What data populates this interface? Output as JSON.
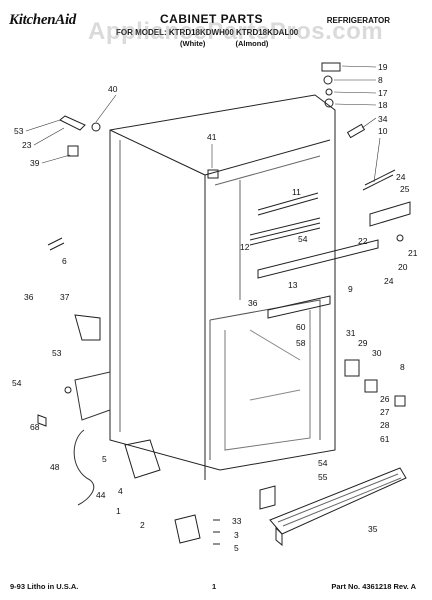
{
  "header": {
    "brand": "KitchenAid",
    "title": "CABINET PARTS",
    "category": "REFRIGERATOR",
    "models": "FOR MODEL: KTRD18KDWH00  KTRD18KDAL00",
    "variants": [
      "(White)",
      "(Almond)"
    ]
  },
  "watermark": "AppliancePartsPros.com",
  "callouts": [
    "19",
    "8",
    "17",
    "18",
    "34",
    "10",
    "40",
    "53",
    "23",
    "39",
    "41",
    "11",
    "12",
    "54",
    "24",
    "25",
    "22",
    "20",
    "21",
    "24",
    "6",
    "36",
    "37",
    "13",
    "9",
    "53",
    "60",
    "58",
    "36",
    "31",
    "29",
    "30",
    "8",
    "54",
    "68",
    "48",
    "5",
    "4",
    "44",
    "1",
    "26",
    "27",
    "28",
    "61",
    "54",
    "55",
    "2",
    "33",
    "3",
    "5",
    "35"
  ],
  "footer": {
    "left": "9-93  Litho in U.S.A.",
    "page": "1",
    "right": "Part No. 4361218  Rev. A"
  }
}
